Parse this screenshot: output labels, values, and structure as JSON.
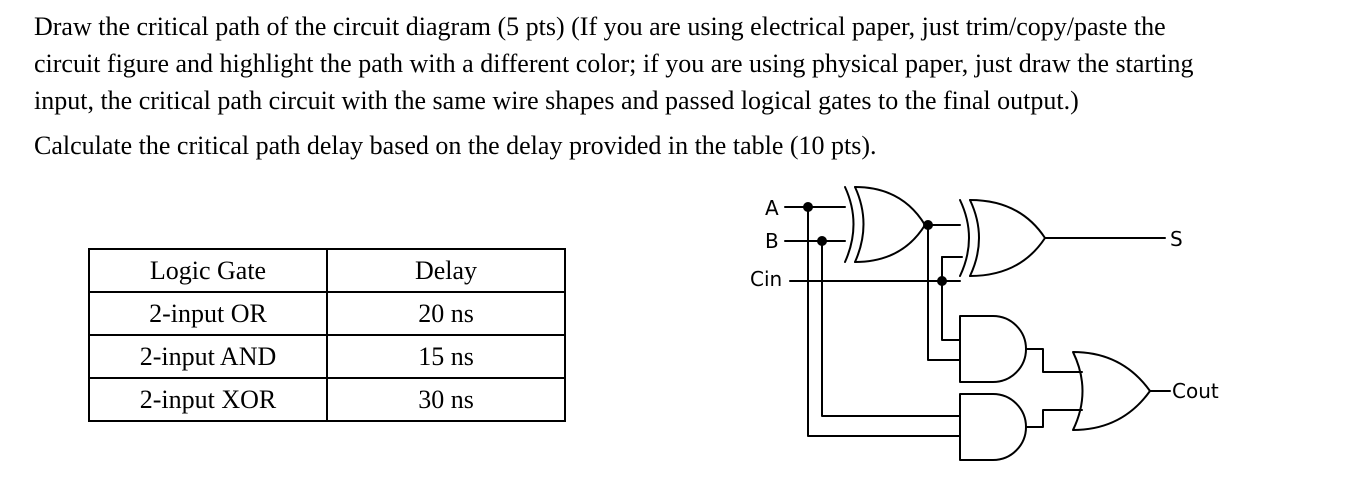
{
  "prompt": {
    "line1": "Draw the critical path of the circuit diagram (5 pts) (If you are using electrical paper, just trim/copy/paste the",
    "line2": "circuit figure and highlight the path with a different color; if you are using physical paper, just draw the starting",
    "line3": "input, the critical path circuit with the same wire shapes and passed logical gates to the final output.)",
    "line4": "Calculate the critical path delay based on the delay provided in the table (10 pts)."
  },
  "table": {
    "headers": [
      "Logic Gate",
      "Delay"
    ],
    "rows": [
      [
        "2-input OR",
        "20 ns"
      ],
      [
        "2-input AND",
        "15 ns"
      ],
      [
        "2-input XOR",
        "30 ns"
      ]
    ]
  },
  "circuit": {
    "inputs": {
      "a": "A",
      "b": "B",
      "cin": "Cin"
    },
    "outputs": {
      "s": "S",
      "cout": "Cout"
    }
  }
}
